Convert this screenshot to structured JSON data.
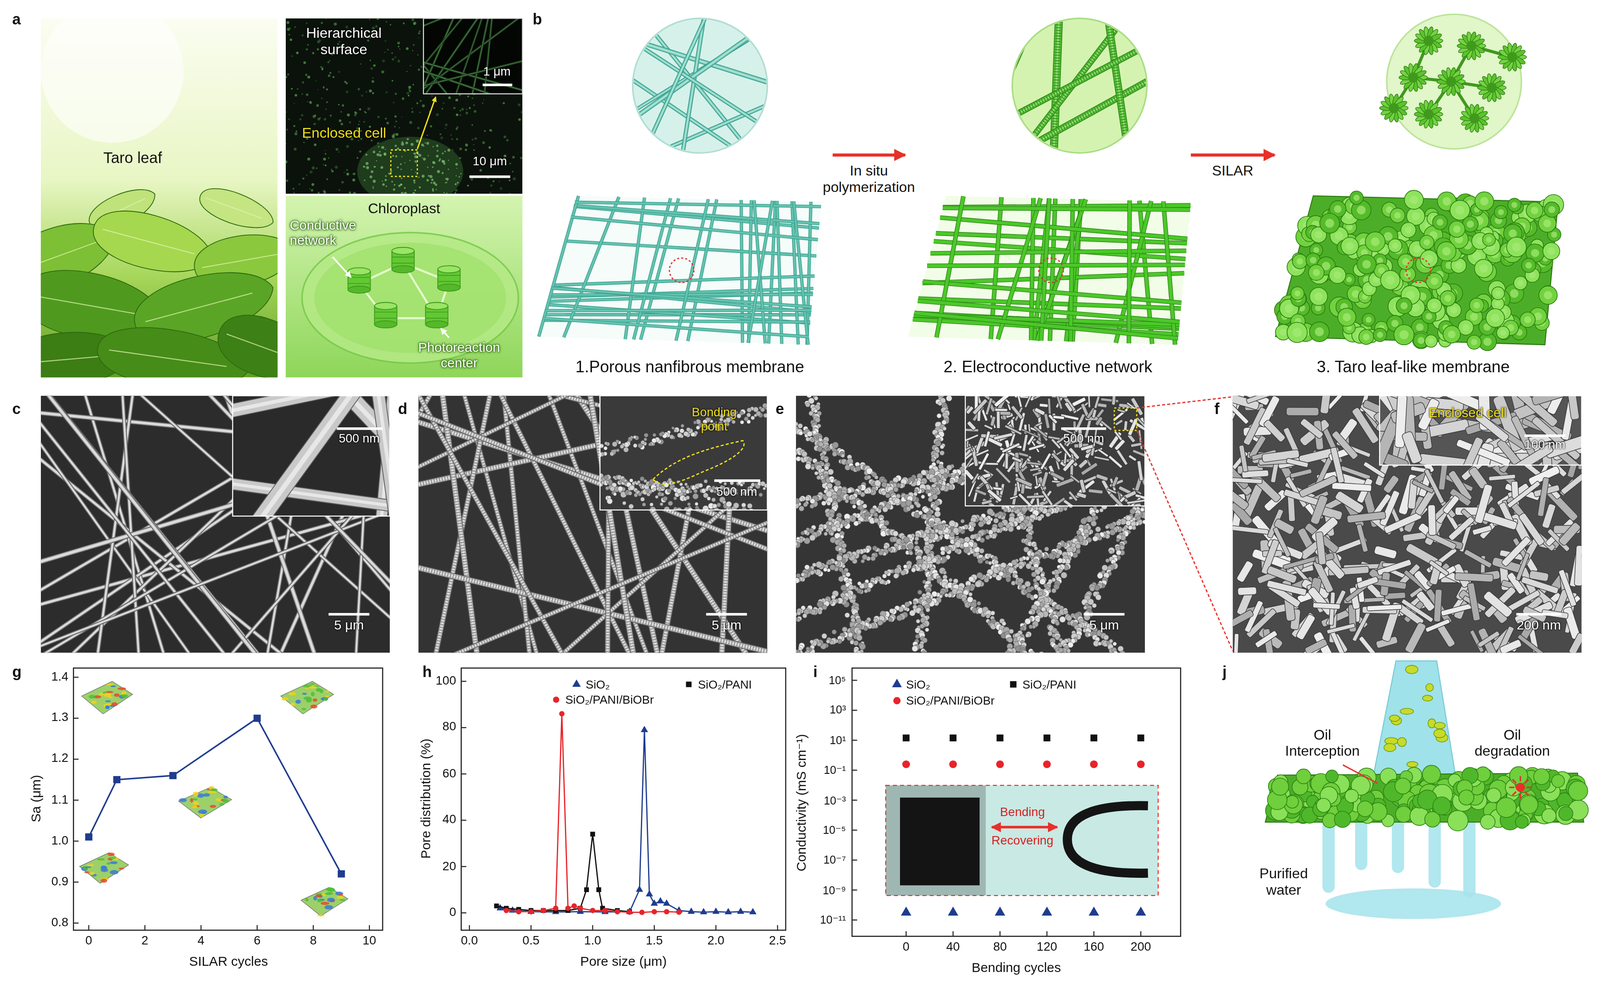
{
  "diagram": {
    "nodes": [
      {
        "text": [
          "1.Porous nanfibrous membrane"
        ]
      },
      {
        "text": [
          "2. Electroconductive network"
        ]
      },
      {
        "text": [
          "3. Taro leaf-like membrane"
        ]
      }
    ],
    "edges": [
      {
        "from": 0,
        "to": 1,
        "label": "In situ polymerization",
        "arrow": "to"
      },
      {
        "from": 1,
        "to": 2,
        "label": "SILAR",
        "arrow": "to"
      }
    ],
    "labels": [
      "a",
      "Taro leaf",
      "Hierarchical surface",
      "1 μm",
      "Enclosed cell",
      "10 μm",
      "Chloroplast",
      "Conductive network",
      "Photoreaction center",
      "b",
      "c",
      "500 nm",
      "5 μm",
      "d",
      "Bonding point",
      "500 nm",
      "5 μm",
      "e",
      "500 nm",
      "5 μm",
      "f",
      "Enclosed cell",
      "100 nm",
      "200 nm",
      "g",
      "0.8",
      "0.9",
      "1.0",
      "1.1",
      "1.2",
      "1.3",
      "1.4",
      "0",
      "2",
      "4",
      "6",
      "8",
      "10",
      "Sa (μm)",
      "SILAR cycles",
      "h",
      "0",
      "20",
      "40",
      "60",
      "80",
      "100",
      "0.0",
      "0.5",
      "1.0",
      "1.5",
      "2.0",
      "2.5",
      "Pore distribution (%)",
      "Pore size (μm)",
      "i",
      "10⁵",
      "10³",
      "10¹",
      "10⁻¹",
      "10⁻³",
      "10⁻⁵",
      "10⁻⁷",
      "10⁻⁹",
      "10⁻¹¹",
      "0",
      "40",
      "80",
      "120",
      "160",
      "200",
      "Conductivity (mS cm⁻¹)",
      "Bending cycles",
      "Bending",
      "Recovering",
      "j",
      "Oil Interception",
      "Oil degradation",
      "Purified water"
    ],
    "legend": [
      {
        "text": "SiO₂"
      },
      {
        "text": "SiO₂/PANI"
      },
      {
        "text": "SiO₂/PANI/BiOBr"
      },
      {
        "text": "SiO₂"
      },
      {
        "text": "SiO₂/PANI"
      },
      {
        "text": "SiO₂/PANI/BiOBr"
      }
    ]
  }
}
